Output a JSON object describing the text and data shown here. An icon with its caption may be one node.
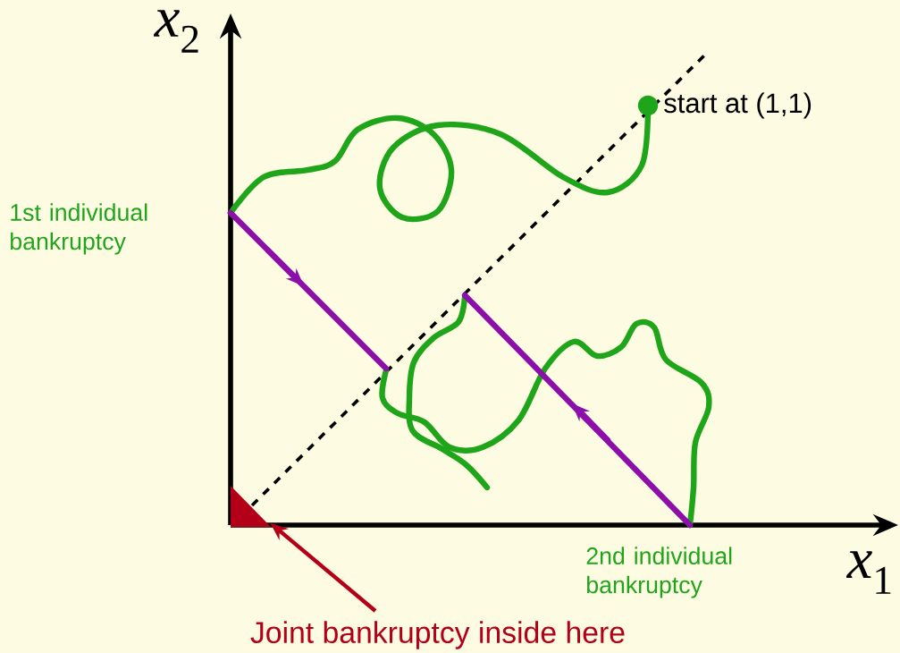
{
  "diagram": {
    "nodes": [
      {
        "text": [
          "Joint bankruptcy inside here"
        ]
      },
      {
        "text": [],
        "shape": "triangle"
      }
    ],
    "edges": [
      {
        "from": 0,
        "to": 1,
        "arrow": "to"
      }
    ],
    "labels": [
      "*x*$_{2}$",
      "*x*$_{1}$",
      "start at (1,1)",
      "1st individual bankruptcy",
      "2nd individual bankruptcy"
    ]
  }
}
